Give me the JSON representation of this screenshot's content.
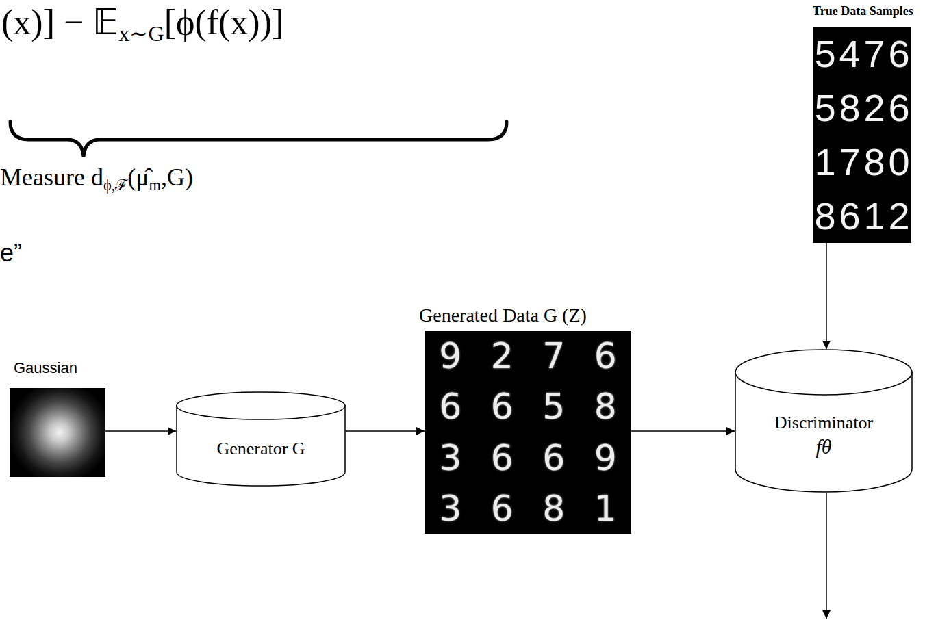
{
  "diagram": {
    "nodes": [
      {
        "text": [
          "True Data Samples"
        ]
      },
      {
        "text": [
          "Gaussian"
        ]
      },
      {
        "text": [
          "Generator G"
        ]
      },
      {
        "text": [
          "Generated Data G (Z)"
        ]
      },
      {
        "text": [
          "Discriminator",
          "fθ"
        ]
      }
    ],
    "edges": [
      {
        "from": 1,
        "to": 2,
        "arrow": "to"
      },
      {
        "from": 2,
        "to": 3,
        "arrow": "to"
      },
      {
        "from": 3,
        "to": 4,
        "arrow": "to"
      },
      {
        "from": 0,
        "to": 4,
        "arrow": "to"
      }
    ],
    "labels": [
      "(x)] −",
      "𝔼",
      "x∼G",
      "[ϕ(f(x))]",
      "Measure d",
      "ϕ,ℱ",
      "(μ̂",
      "m",
      ",G)",
      "e”",
      "5",
      "4",
      "7",
      "6",
      "5",
      "8",
      "2",
      "6",
      "1",
      "7",
      "8",
      "0",
      "8",
      "6",
      "1",
      "2",
      "9",
      "2",
      "7",
      "6",
      "6",
      "6",
      "5",
      "8",
      "3",
      "6",
      "6",
      "9",
      "3",
      "6",
      "8",
      "1"
    ]
  }
}
